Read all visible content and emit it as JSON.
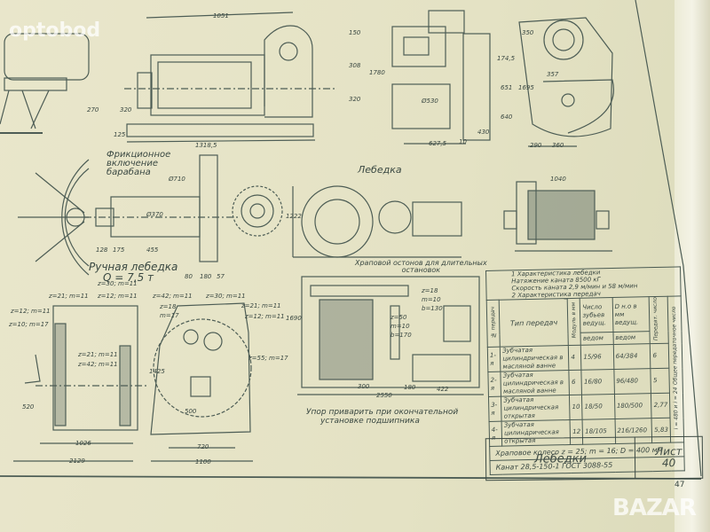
{
  "watermarks": {
    "top_left": "optobod",
    "bottom_right": "BAZAR"
  },
  "page_number": "47",
  "title_block": {
    "title": "Лебедки",
    "sheet_label": "Лист",
    "sheet_number": "40"
  },
  "captions": {
    "friction": [
      "Фрикционное",
      "включение",
      "барабана"
    ],
    "hand_winch": [
      "Ручная лебедка",
      "Q = 7,5 т"
    ],
    "winch": "Лебедка",
    "ratchet_stop": [
      "Храповой остонов для длительных",
      "остановок"
    ],
    "stop_note": [
      "Упор приварить при окончательной",
      "установке подшипника"
    ]
  },
  "gear_labels": [
    "z=30; m=11",
    "z=21; m=11",
    "z=12; m=11",
    "z=12; m=11",
    "z=10; m=17",
    "z=21; m=11",
    "z=42; m=11",
    "z=42; m=11",
    "z=18",
    "m=17",
    "z=30; m=11",
    "z=21; m=11",
    "z=12; m=11",
    "z=55; m=17",
    "z=18",
    "m=10",
    "b=130",
    "z=50",
    "m=10",
    "b=170"
  ],
  "dimensions": [
    "1051",
    "1318,5",
    "270",
    "125",
    "320",
    "150",
    "308",
    "320",
    "Ø710",
    "Ø370",
    "128",
    "175",
    "455",
    "80",
    "180",
    "57",
    "520",
    "1026",
    "2129",
    "1425",
    "500",
    "720",
    "1100",
    "1690",
    "2550",
    "300",
    "180",
    "422",
    "1780",
    "Ø530",
    "627,5",
    "10",
    "430",
    "651",
    "640",
    "1695",
    "174,5",
    "350",
    "357",
    "290",
    "360",
    "1040",
    "1222"
  ],
  "spec_table": {
    "header_lines": [
      "1 Характеристика лебедки",
      "Натяжение каната 8500 кГ",
      "Скорость каната 2,9 м/мин и 58 м/мин",
      "2 Характеристика передач"
    ],
    "columns": [
      "№ передач",
      "Тип передач",
      "Модуль в мм",
      "Число зубьев ведущ.",
      "D н.о в мм ведущ.",
      "Передат. число",
      "Общее передаточное число"
    ],
    "sub_columns": [
      "ведом",
      "ведом"
    ],
    "rows": [
      {
        "n": "1-я",
        "type": "Зубчатая цилиндрическая в масляной ванне",
        "module": "4",
        "teeth": "15/96",
        "d": "64/384",
        "ratio": "6"
      },
      {
        "n": "2-я",
        "type": "Зубчатая цилиндрическая в масляной ванне",
        "module": "6",
        "teeth": "16/80",
        "d": "96/480",
        "ratio": "5"
      },
      {
        "n": "3-я",
        "type": "Зубчатая цилиндрическая открытая",
        "module": "10",
        "teeth": "18/50",
        "d": "180/500",
        "ratio": "2,77"
      },
      {
        "n": "4-я",
        "type": "Зубчатая цилиндрическая открытая",
        "module": "12",
        "teeth": "18/105",
        "d": "216/1260",
        "ratio": "5,83"
      }
    ],
    "total_ratio": "i = 480 и i = 24",
    "ratchet": "Храповое колесо z = 25; m = 16; D = 400 мм",
    "rope": "Канат 28,5-150-1  ГОСТ 3088-55"
  },
  "colors": {
    "paper": "#e6e3c6",
    "ink": "#4a5a52"
  }
}
